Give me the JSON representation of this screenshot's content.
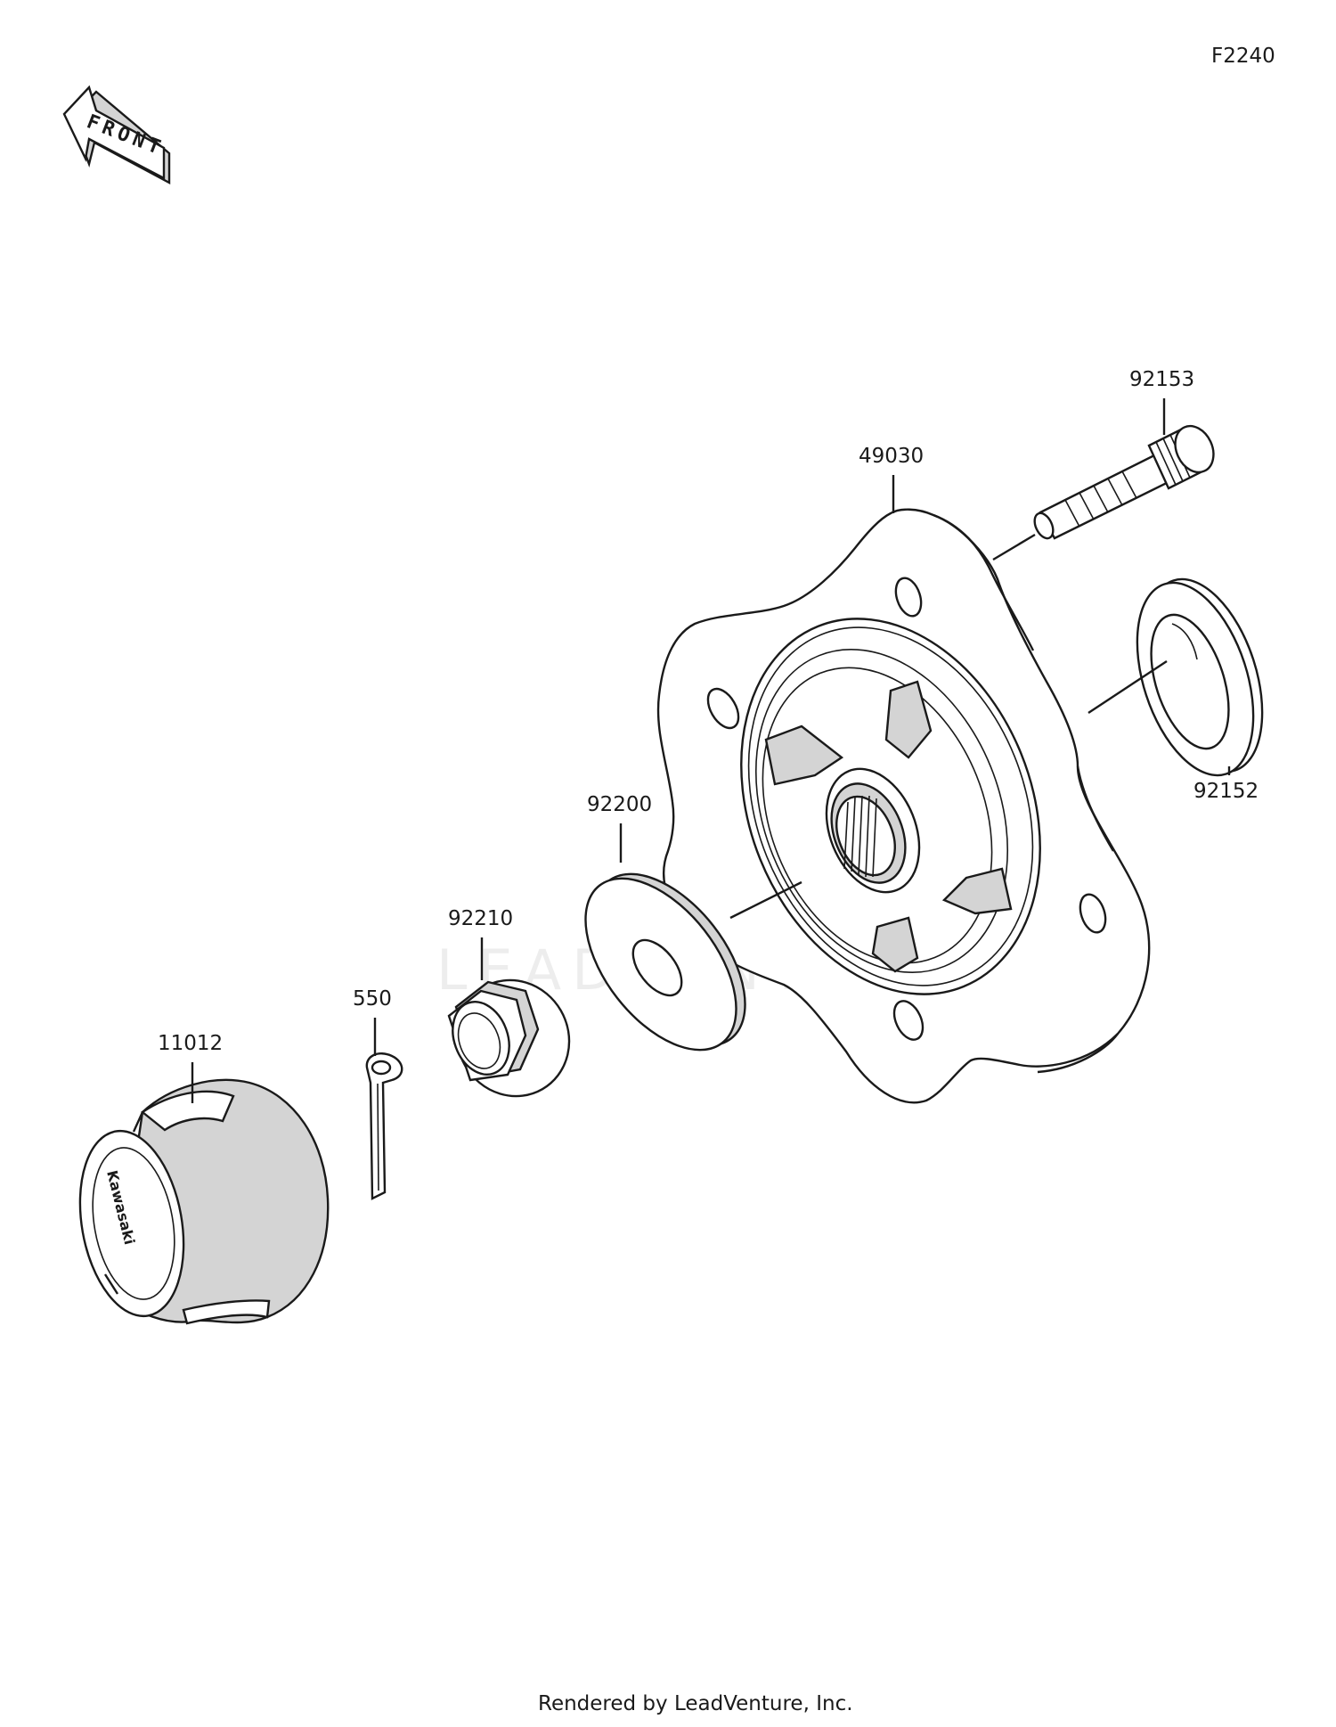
{
  "figure_code": "F2240",
  "front_arrow_text": "FRONT",
  "watermark_text": "LEADVENTURE",
  "footer_text": "Rendered by LeadVenture, Inc.",
  "cap_logo_text": "Kawasaki",
  "parts": [
    {
      "id": "92153",
      "label": "92153"
    },
    {
      "id": "49030",
      "label": "49030"
    },
    {
      "id": "92152",
      "label": "92152"
    },
    {
      "id": "92200",
      "label": "92200"
    },
    {
      "id": "92210",
      "label": "92210"
    },
    {
      "id": "550",
      "label": "550"
    },
    {
      "id": "11012",
      "label": "11012"
    }
  ],
  "colors": {
    "line": "#1a1a1a",
    "shade": "#d4d4d4",
    "background": "#ffffff"
  }
}
